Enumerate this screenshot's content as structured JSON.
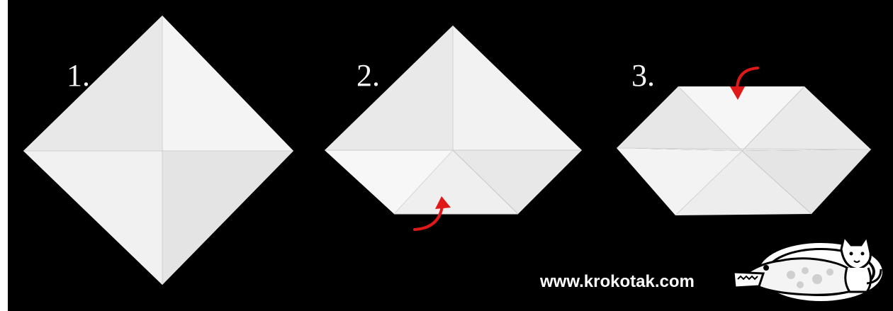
{
  "steps": [
    {
      "label": "1."
    },
    {
      "label": "2."
    },
    {
      "label": "3."
    }
  ],
  "website": "www.krokotak.com",
  "logo": {
    "icon": "cat-and-crocodile-logo"
  },
  "arrows": {
    "color": "#e01818",
    "icon": "curved-fold-arrow"
  },
  "colors": {
    "background": "#000000",
    "paper": "#f2f2f2",
    "crease": "#cfcfcf"
  }
}
